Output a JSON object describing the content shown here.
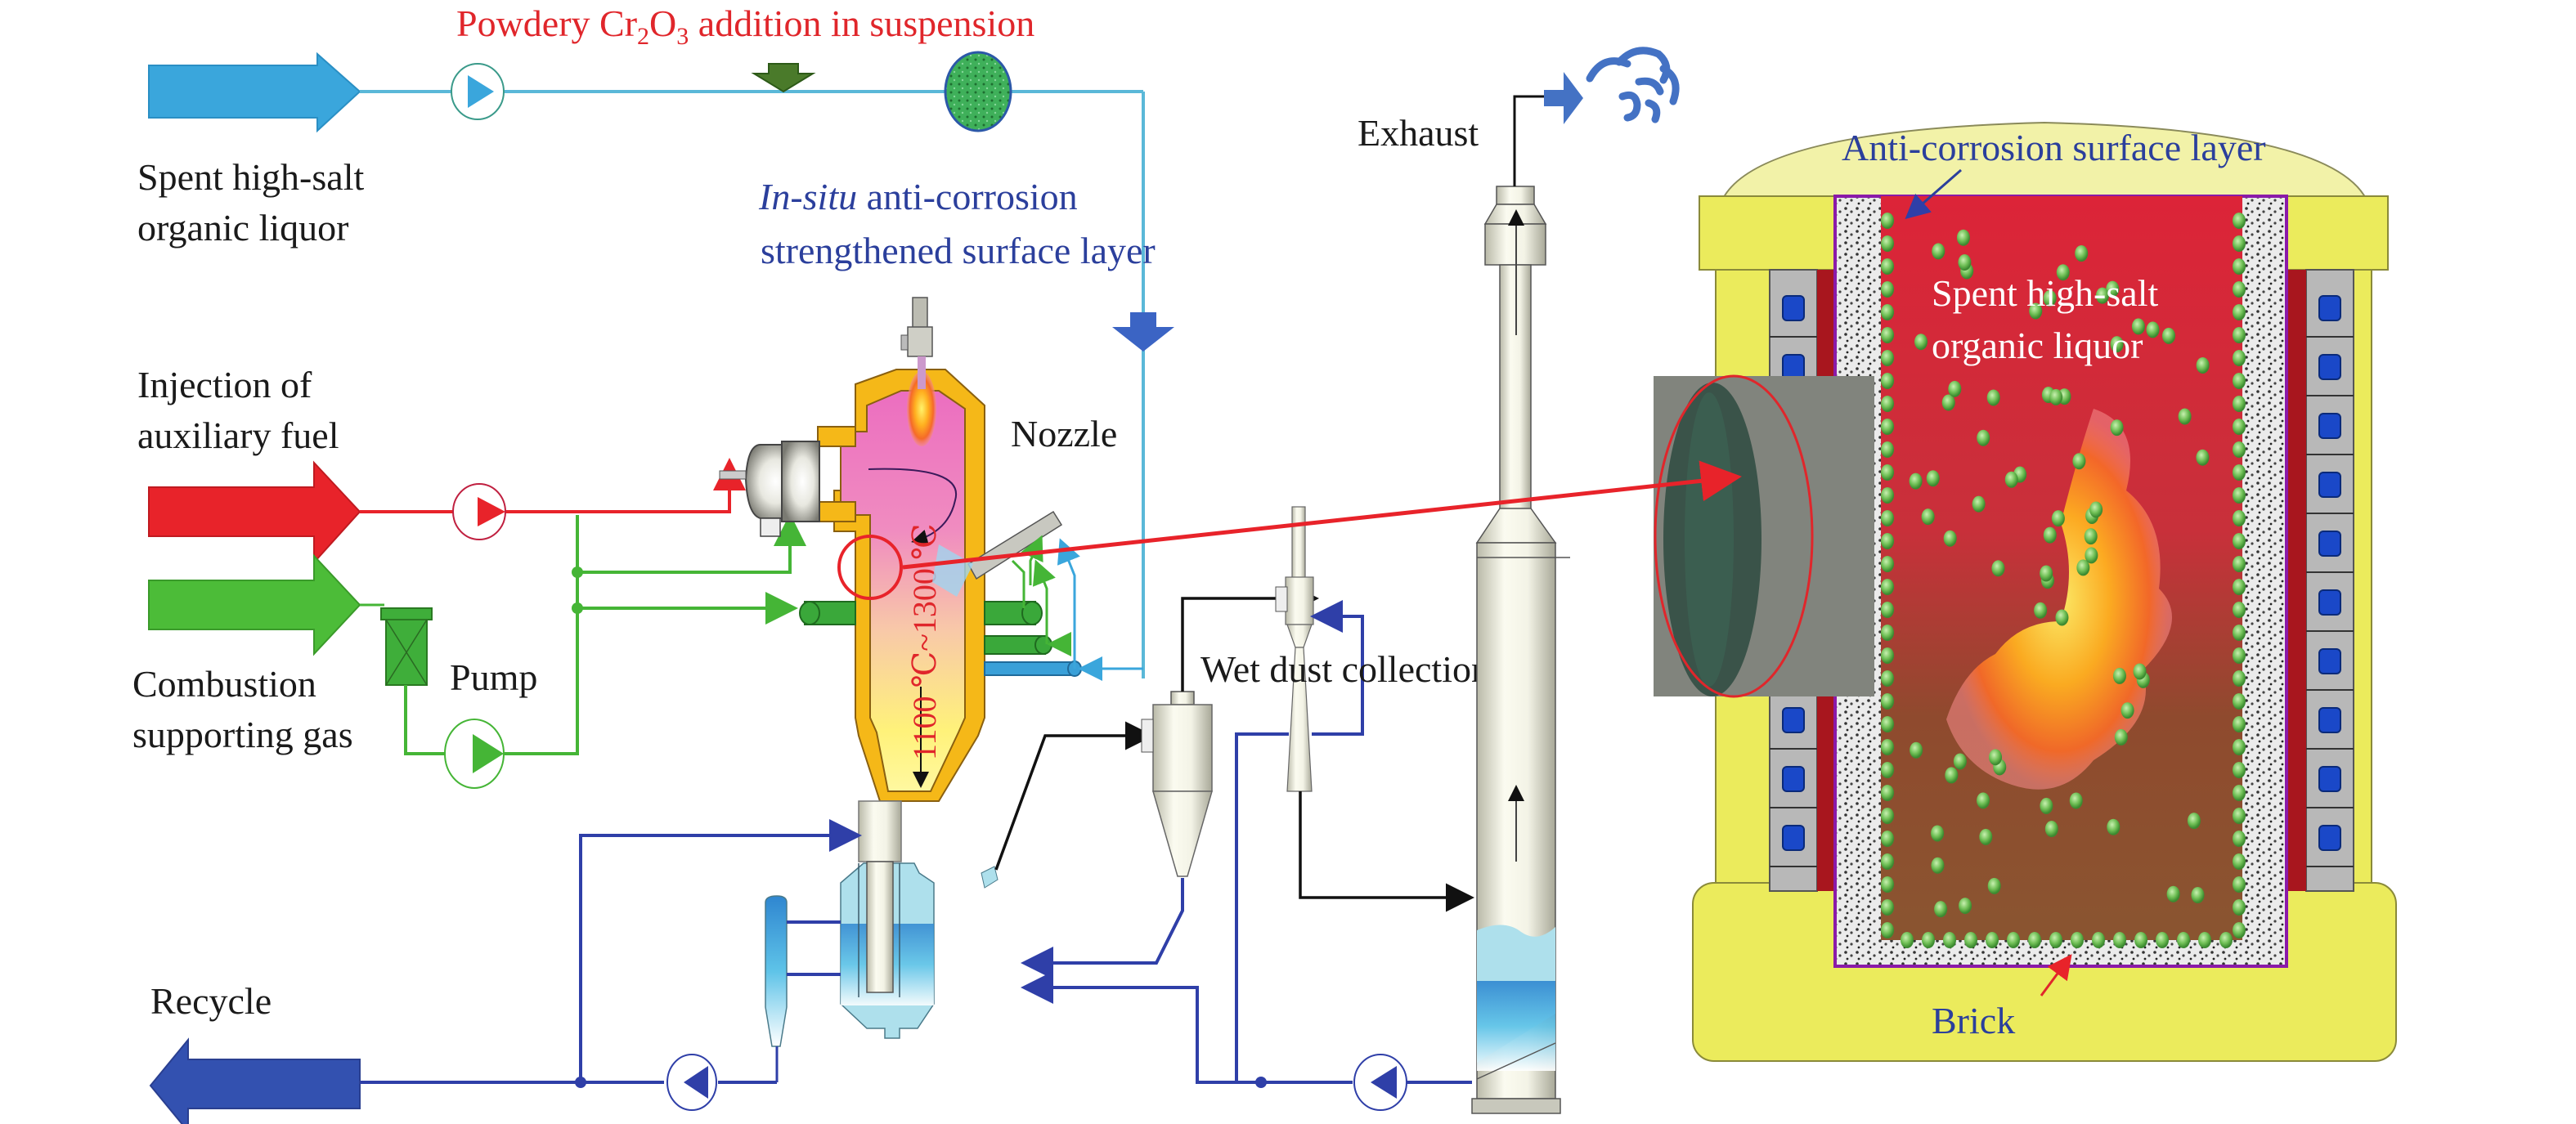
{
  "labels": {
    "cr2o3_addition": {
      "prefix": "Powdery Cr",
      "sub1": "2",
      "mid": "O",
      "sub2": "3",
      "suffix": " addition in suspension"
    },
    "spent_liquor_line1": "Spent high-salt",
    "spent_liquor_line2": "organic liquor",
    "insitu_italic": "In-situ",
    "insitu_rest": " anti-corrosion",
    "insitu_line2": "strengthened surface layer",
    "injection_line1": "Injection of",
    "injection_line2": "auxiliary fuel",
    "combustion_line1": "Combustion",
    "combustion_line2": "supporting gas",
    "pump": "Pump",
    "nozzle": "Nozzle",
    "temperature_range": "1100 ℃~1300 ℃",
    "wet_dust_collection": "Wet dust collection",
    "exhaust": "Exhaust",
    "recycle": "Recycle",
    "anti_corrosion_layer": "Anti-corrosion surface layer",
    "furnace_liquor_line1": "Spent high-salt",
    "furnace_liquor_line2": "organic liquor",
    "brick": "Brick"
  },
  "streams": [
    {
      "name": "spent-liquor-feed",
      "color": "#3aa6dc"
    },
    {
      "name": "auxiliary-fuel",
      "color": "#e8232a"
    },
    {
      "name": "combustion-gas",
      "color": "#45b536"
    },
    {
      "name": "recycle",
      "color": "#2f4fb0"
    },
    {
      "name": "exhaust",
      "color": "#4472c4"
    }
  ],
  "colors": {
    "label_red": "#e0262b",
    "label_blue": "#2b3f9c",
    "reactor_wall": "#f5b818",
    "reactor_hot_zone": "#ec6ec0",
    "furnace_shell": "#ebeb5c",
    "furnace_liquor": "#d9243a",
    "particle_green": "#7cc36a"
  }
}
